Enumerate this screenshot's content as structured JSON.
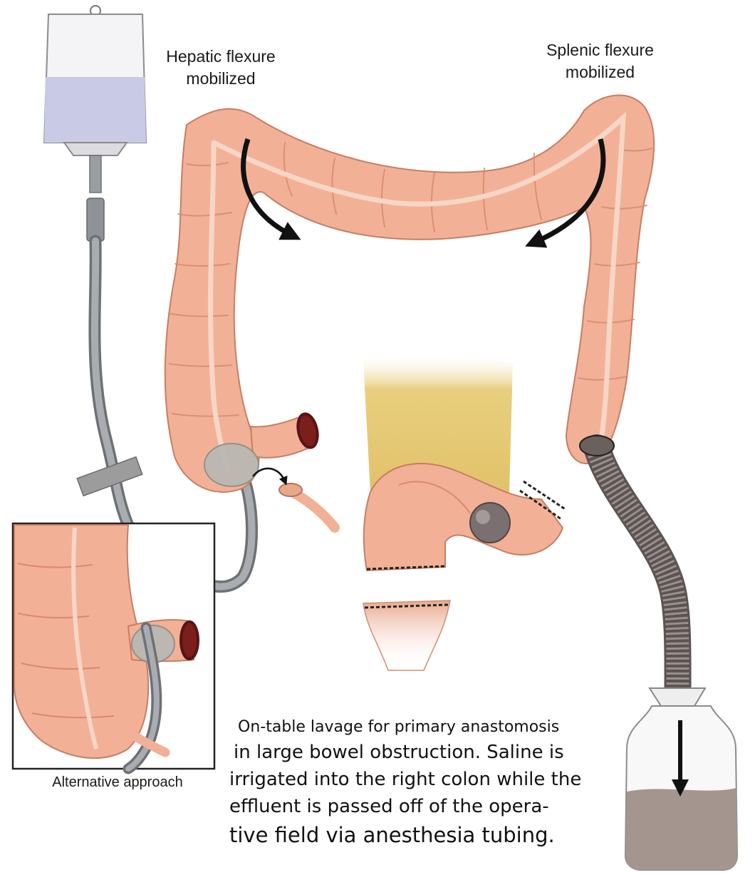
{
  "labels": {
    "hepatic": [
      "Hepatic flexure",
      "mobilized"
    ],
    "splenic": [
      "Splenic flexure",
      "mobilized"
    ],
    "inset": "Alternative approach"
  },
  "caption": [
    "On-table lavage for primary anastomosis",
    "in large bowel obstruction. Saline is",
    "irrigated into the right colon while the",
    "effluent is passed off of the opera-",
    "tive field via anesthesia tubing."
  ],
  "colors": {
    "colon": "#f2b196",
    "colon_shadow": "#d98a6e",
    "taenia": "#f6d6c6",
    "tubing": "#8a8f94",
    "saline": "#c9cbe6",
    "effluent": "#a5958f",
    "fat": "#e8cf7e"
  }
}
